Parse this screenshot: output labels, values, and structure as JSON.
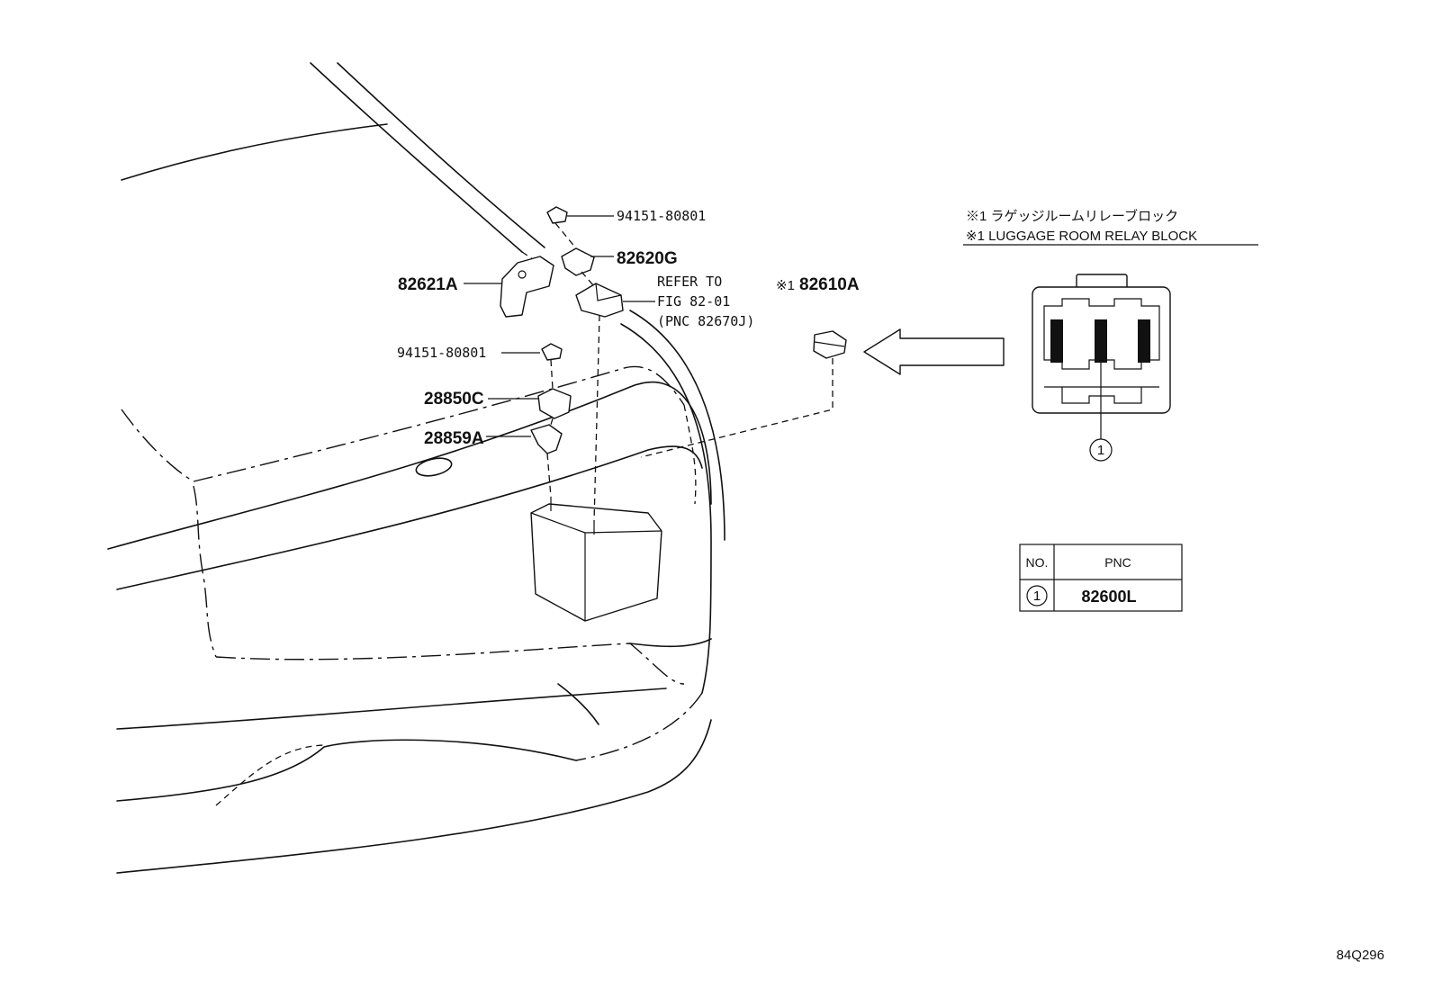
{
  "parts": {
    "p94151_top": "94151-80801",
    "p82620g": "82620G",
    "p82621a": "82621A",
    "refer_line1": "REFER TO",
    "refer_line2": "FIG 82-01",
    "refer_line3": "(PNC 82670J)",
    "p82610a_mark": "※1",
    "p82610a": "82610A",
    "p94151_mid": "94151-80801",
    "p28850c": "28850C",
    "p28859a": "28859A"
  },
  "note": {
    "line_jp": "※1 ラゲッジルームリレーブロック",
    "line_en": "※1 LUGGAGE ROOM RELAY BLOCK"
  },
  "callout": {
    "number": "1"
  },
  "table": {
    "header_no": "NO.",
    "header_pnc": "PNC",
    "row_no": "1",
    "row_pnc": "82600L"
  },
  "figure_code": "84Q296"
}
